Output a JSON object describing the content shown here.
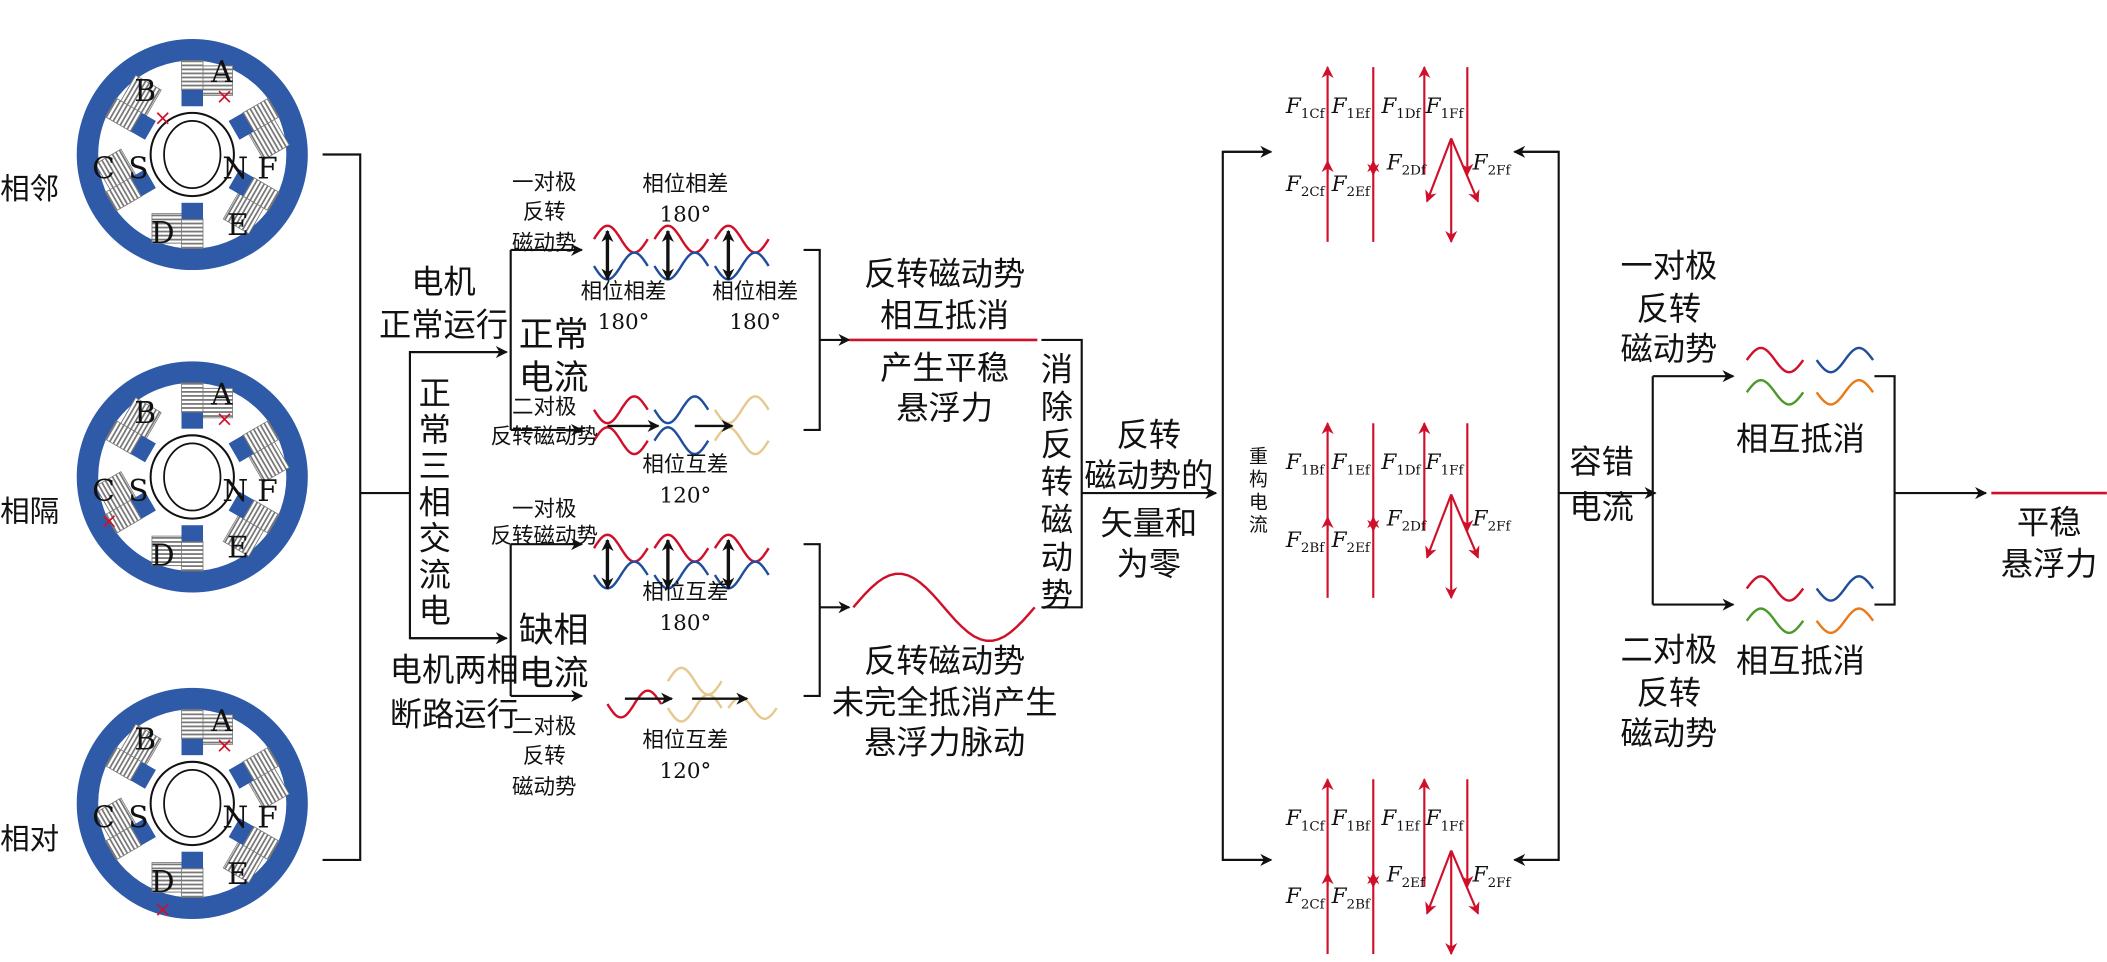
{
  "colors": {
    "red": "#d0102a",
    "blue": "#1f4e9c",
    "motor_blue": "#2e5aa8",
    "yellow": "#e6c98e",
    "green": "#4a9a2a",
    "orange": "#e87a1a",
    "line": "#111111"
  },
  "motors": [
    {
      "label": "相邻",
      "faults": [
        "A",
        "B"
      ]
    },
    {
      "label": "相隔",
      "faults": [
        "A",
        "C"
      ]
    },
    {
      "label": "相对",
      "faults": [
        "A",
        "D"
      ]
    }
  ],
  "motor_letters": {
    "A": "A",
    "B": "B",
    "C": "C",
    "D": "D",
    "E": "E",
    "F": "F",
    "S": "S",
    "N": "N",
    "fault_mark": "×"
  },
  "labels": {
    "motor_run_normal": [
      "电机",
      "正常运行"
    ],
    "three_phase": "正常三相交流电",
    "motor_open": [
      "电机两相",
      "断路运行"
    ],
    "normal_current": [
      "正常",
      "电流"
    ],
    "missing_current": [
      "缺相",
      "电流"
    ],
    "one_pair_top": [
      "一对极",
      "反转",
      "磁动势"
    ],
    "phase180_a": [
      "相位相差",
      "180°"
    ],
    "phase180_b": [
      "相位相差",
      "180°"
    ],
    "phase180_c": [
      "相位相差",
      "180°"
    ],
    "two_pair_top": [
      "二对极",
      "反转磁动势"
    ],
    "phase120_top": [
      "相位互差",
      "120°"
    ],
    "one_pair_mid": [
      "一对极",
      "反转磁动势"
    ],
    "phase180_mid": [
      "相位互差",
      "180°"
    ],
    "two_pair_bottom": [
      "二对极",
      "反转",
      "磁动势"
    ],
    "phase120_bottom": [
      "相位互差",
      "120°"
    ],
    "cancel_top": [
      "反转磁动势",
      "相互抵消"
    ],
    "stable_force": [
      "产生平稳",
      "悬浮力"
    ],
    "not_cancel": [
      "反转磁动势",
      "未完全抵消产生",
      "悬浮力脉动"
    ],
    "eliminate": "消除反转磁动势",
    "vector_sum": [
      "反转",
      "磁动势的"
    ],
    "zero": [
      "矢量和",
      "为零"
    ],
    "reconstruct": "重构电流",
    "fault_tolerant": [
      "容错",
      "电流"
    ],
    "one_pair_right": [
      "一对极",
      "反转",
      "磁动势"
    ],
    "two_pair_right": [
      "二对极",
      "反转",
      "磁动势"
    ],
    "cancel_right_top": "相互抵消",
    "cancel_right_bottom": "相互抵消",
    "final": [
      "平稳",
      "悬浮力"
    ]
  },
  "forces": {
    "symbol": "F",
    "groups": [
      {
        "top": [
          "1Cf",
          "1Ef",
          "1Df",
          "1Ff"
        ],
        "bottom": [
          "2Cf",
          "2Ef"
        ],
        "diag": [
          "2Df",
          "2Ff"
        ]
      },
      {
        "top": [
          "1Bf",
          "1Ef",
          "1Df",
          "1Ff"
        ],
        "bottom": [
          "2Bf",
          "2Ef"
        ],
        "diag": [
          "2Df",
          "2Ff"
        ]
      },
      {
        "top": [
          "1Cf",
          "1Bf",
          "1Ef",
          "1Ff"
        ],
        "bottom": [
          "2Cf",
          "2Bf"
        ],
        "diag": [
          "2Ef",
          "2Ff"
        ]
      }
    ]
  }
}
